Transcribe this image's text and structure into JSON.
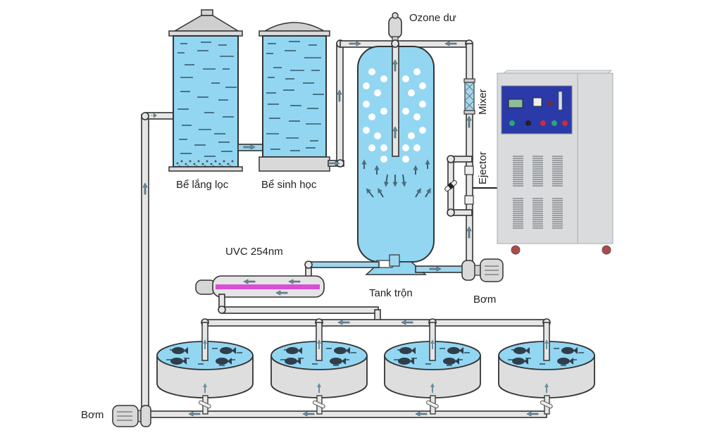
{
  "diagram": {
    "title": "Ozone aquaculture water treatment (RAS) process",
    "colors": {
      "water": "#92d6f2",
      "pipe": "#e6e6e6",
      "uv_lamp": "#d84fd6",
      "generator_panel": "#2a3aa8",
      "outline": "#333333"
    },
    "components": {
      "settling_tank": {
        "label": "Bể lắng lọc",
        "icon": "settling-tank-icon"
      },
      "bio_tank": {
        "label": "Bể sinh học",
        "icon": "bio-filter-tank-icon"
      },
      "mixing_tank": {
        "label": "Tank trộn",
        "icon": "mixing-tank-icon"
      },
      "ozone_residual": {
        "label": "Ozone dư",
        "icon": "gas-vent-icon"
      },
      "mixer": {
        "label": "Mixer",
        "icon": "static-mixer-icon"
      },
      "ejector": {
        "label": "Ejector",
        "icon": "venturi-ejector-icon"
      },
      "uv": {
        "label": "UVC 254nm",
        "icon": "uv-sterilizer-icon"
      },
      "pump_mixer": {
        "label": "Bơm",
        "icon": "pump-icon"
      },
      "pump_main": {
        "label": "Bơm",
        "icon": "pump-icon"
      },
      "ozone_generator": {
        "label": "",
        "icon": "ozone-generator-icon"
      },
      "fish_tanks": [
        {
          "name": "fish-tank-1",
          "icon": "fish-tank-icon"
        },
        {
          "name": "fish-tank-2",
          "icon": "fish-tank-icon"
        },
        {
          "name": "fish-tank-3",
          "icon": "fish-tank-icon"
        },
        {
          "name": "fish-tank-4",
          "icon": "fish-tank-icon"
        }
      ]
    },
    "flow_order": [
      "Bơm",
      "Bể lắng lọc",
      "Bể sinh học",
      "Tank trộn",
      "Bơm",
      "Ejector",
      "Mixer",
      "Tank trộn",
      "UVC 254nm",
      "Fish tanks",
      "Bơm"
    ]
  }
}
